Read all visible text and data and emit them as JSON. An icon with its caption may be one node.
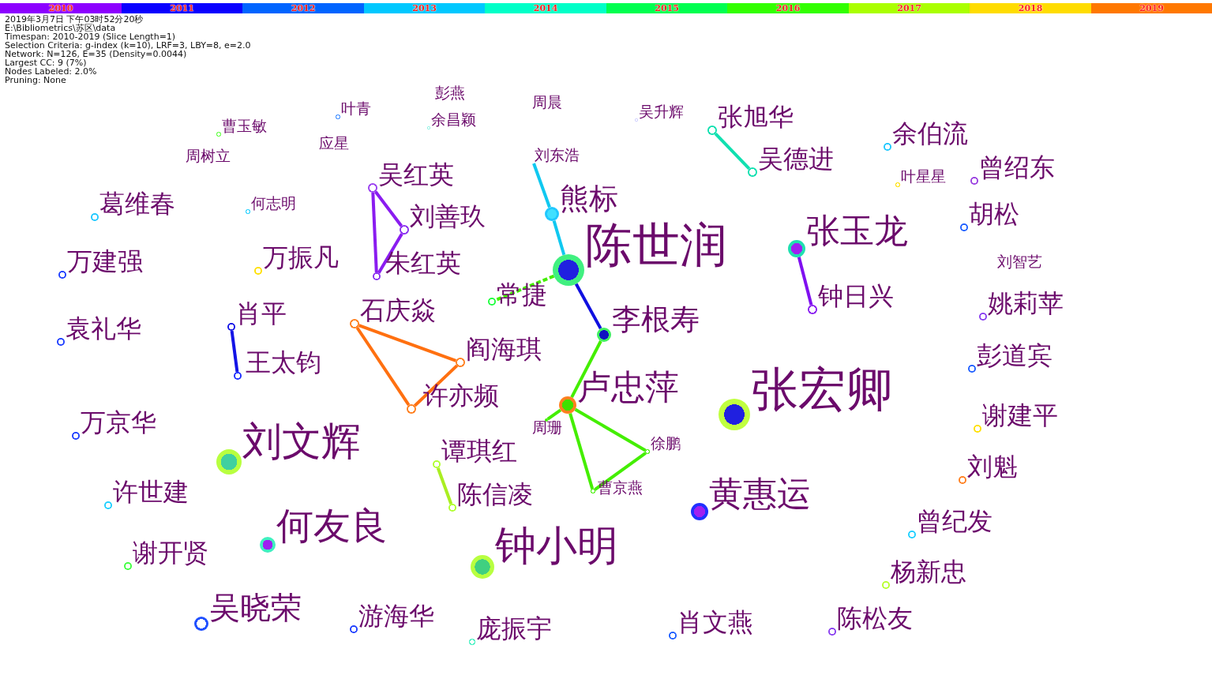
{
  "diagram": {
    "nodes": [
      {
        "text": [
          "彭燕"
        ]
      },
      {
        "text": [
          "叶青"
        ]
      },
      {
        "text": [
          "周晨"
        ]
      },
      {
        "text": [
          "吴升辉"
        ]
      },
      {
        "text": [
          "曹玉敏"
        ]
      },
      {
        "text": [
          "余昌颖"
        ]
      },
      {
        "text": [
          "张旭华"
        ]
      },
      {
        "text": [
          "余伯流"
        ]
      },
      {
        "text": [
          "应星"
        ]
      },
      {
        "text": [
          "周树立"
        ]
      },
      {
        "text": [
          "刘东浩"
        ]
      },
      {
        "text": [
          "吴德进"
        ]
      },
      {
        "text": [
          "叶星星"
        ]
      },
      {
        "text": [
          "曾绍东"
        ]
      },
      {
        "text": [
          "吴红英"
        ]
      },
      {
        "text": [
          "何志明"
        ]
      },
      {
        "text": [
          "葛维春"
        ]
      },
      {
        "text": [
          "熊标"
        ]
      },
      {
        "text": [
          "刘善玖"
        ]
      },
      {
        "text": [
          "胡松"
        ]
      },
      {
        "text": [
          "张玉龙"
        ]
      },
      {
        "text": [
          "陈世润"
        ]
      },
      {
        "text": [
          "万建强"
        ]
      },
      {
        "text": [
          "万振凡"
        ]
      },
      {
        "text": [
          "朱红英"
        ]
      },
      {
        "text": [
          "刘智艺"
        ]
      },
      {
        "text": [
          "常捷"
        ]
      },
      {
        "text": [
          "钟日兴"
        ]
      },
      {
        "text": [
          "姚莉苹"
        ]
      },
      {
        "text": [
          "石庆焱"
        ]
      },
      {
        "text": [
          "肖平"
        ]
      },
      {
        "text": [
          "袁礼华"
        ]
      },
      {
        "text": [
          "李根寿"
        ]
      },
      {
        "text": [
          "阎海琪"
        ]
      },
      {
        "text": [
          "彭道宾"
        ]
      },
      {
        "text": [
          "王太钧"
        ]
      },
      {
        "text": [
          "卢忠萍"
        ]
      },
      {
        "text": [
          "张宏卿"
        ]
      },
      {
        "text": [
          "许亦频"
        ]
      },
      {
        "text": [
          "谢建平"
        ]
      },
      {
        "text": [
          "周珊"
        ]
      },
      {
        "text": [
          "万京华"
        ]
      },
      {
        "text": [
          "刘文辉"
        ]
      },
      {
        "text": [
          "徐鹏"
        ]
      },
      {
        "text": [
          "谭琪红"
        ]
      },
      {
        "text": [
          "刘魁"
        ]
      },
      {
        "text": [
          "曹京燕"
        ]
      },
      {
        "text": [
          "许世建"
        ]
      },
      {
        "text": [
          "陈信凌"
        ]
      },
      {
        "text": [
          "黄惠运"
        ]
      },
      {
        "text": [
          "曾纪发"
        ]
      },
      {
        "text": [
          "何友良"
        ]
      },
      {
        "text": [
          "钟小明"
        ]
      },
      {
        "text": [
          "谢开贤"
        ]
      },
      {
        "text": [
          "杨新忠"
        ]
      },
      {
        "text": [
          "吴晓荣"
        ]
      },
      {
        "text": [
          "游海华"
        ]
      },
      {
        "text": [
          "庞振宇"
        ]
      },
      {
        "text": [
          "肖文燕"
        ]
      },
      {
        "text": [
          "陈松友"
        ]
      }
    ],
    "edges": [
      {
        "from": 14,
        "to": 18,
        "arrow": "none",
        "color": "#8a1cf0"
      },
      {
        "from": 14,
        "to": 24,
        "arrow": "none",
        "color": "#8a1cf0"
      },
      {
        "from": 18,
        "to": 24,
        "arrow": "none",
        "color": "#8a1cf0"
      },
      {
        "from": 10,
        "to": 17,
        "arrow": "none",
        "color": "#10c8f0"
      },
      {
        "from": 17,
        "to": 21,
        "arrow": "none",
        "color": "#10c8f0"
      },
      {
        "from": 21,
        "to": 26,
        "arrow": "none",
        "style": "dashed"
      },
      {
        "from": 21,
        "to": 32,
        "arrow": "none",
        "color": "#1010e0"
      },
      {
        "from": 32,
        "to": 36,
        "arrow": "none"
      },
      {
        "from": 36,
        "to": 40,
        "arrow": "none"
      },
      {
        "from": 36,
        "to": 43,
        "arrow": "none"
      },
      {
        "from": 36,
        "to": 46,
        "arrow": "none"
      },
      {
        "from": 43,
        "to": 46,
        "arrow": "none"
      },
      {
        "from": 29,
        "to": 33,
        "arrow": "none",
        "color": "#ff7010"
      },
      {
        "from": 29,
        "to": 38,
        "arrow": "none",
        "color": "#ff7010"
      },
      {
        "from": 33,
        "to": 38,
        "arrow": "none",
        "color": "#ff7010"
      },
      {
        "from": 30,
        "to": 35,
        "arrow": "none",
        "color": "#1414e6"
      },
      {
        "from": 6,
        "to": 11,
        "arrow": "none",
        "color": "#10e0b0"
      },
      {
        "from": 20,
        "to": 27,
        "arrow": "none",
        "color": "#8010f0"
      },
      {
        "from": 44,
        "to": 48,
        "arrow": "none",
        "color": "#aaee22"
      }
    ],
    "labels": [
      "2019年3月7日 下午03时52分20秒",
      "E:\\Bibliometrics\\苏区\\data",
      "Timespan: 2010-2019 (Slice Length=1)",
      "Selection Criteria: g-index (k=10), LRF=3, LBY=8, e=2.0",
      "Network: N=126, E=35 (Density=0.0044)",
      "Largest CC: 9 (7%)",
      "Nodes Labeled: 2.0%",
      "Pruning: None"
    ],
    "legend": [
      {
        "text": "2010",
        "color": "#8c00ff"
      },
      {
        "text": "2011",
        "color": "#0a00ff"
      },
      {
        "text": "2012",
        "color": "#0064ff"
      },
      {
        "text": "2013",
        "color": "#00c8ff"
      },
      {
        "text": "2014",
        "color": "#00ffc8"
      },
      {
        "text": "2015",
        "color": "#00ff50"
      },
      {
        "text": "2016",
        "color": "#32ff00"
      },
      {
        "text": "2017",
        "color": "#aaff00"
      },
      {
        "text": "2018",
        "color": "#ffdc00"
      },
      {
        "text": "2019",
        "color": "#ff7800"
      }
    ]
  }
}
